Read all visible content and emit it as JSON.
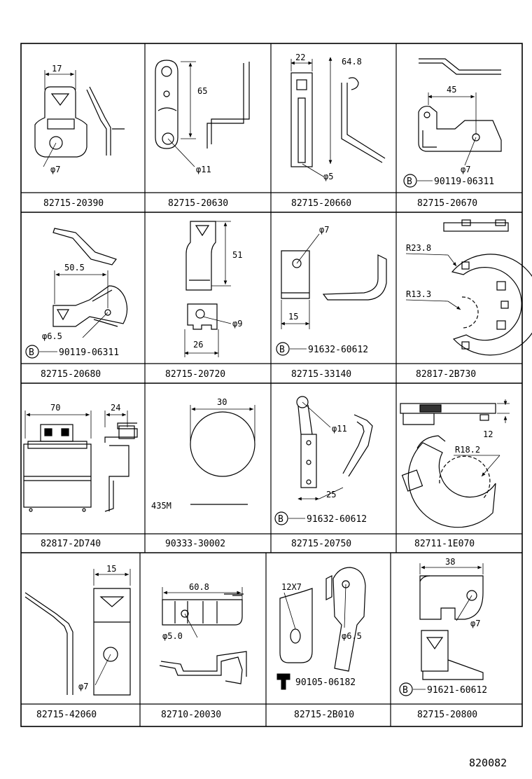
{
  "diagram_code": "820082",
  "cells": [
    {
      "part_no": "82715-20390",
      "dims": [
        "17",
        "φ7"
      ]
    },
    {
      "part_no": "82715-20630",
      "dims": [
        "65",
        "φ11"
      ]
    },
    {
      "part_no": "82715-20660",
      "dims": [
        "22",
        "64.8",
        "φ5"
      ]
    },
    {
      "part_no": "82715-20670",
      "dims": [
        "45",
        "φ7"
      ],
      "ref": {
        "mark": "B",
        "part_no": "90119-06311"
      }
    },
    {
      "part_no": "82715-20680",
      "dims": [
        "50.5",
        "φ6.5"
      ],
      "ref": {
        "mark": "B",
        "part_no": "90119-06311"
      }
    },
    {
      "part_no": "82715-20720",
      "dims": [
        "51",
        "φ9",
        "26"
      ]
    },
    {
      "part_no": "82715-33140",
      "dims": [
        "φ7",
        "15"
      ],
      "ref": {
        "mark": "B",
        "part_no": "91632-60612"
      }
    },
    {
      "part_no": "82817-2B730",
      "dims": [
        "R23.8",
        "R13.3"
      ]
    },
    {
      "part_no": "82817-2D740",
      "dims": [
        "70",
        "24"
      ]
    },
    {
      "part_no": "90333-30002",
      "dims": [
        "30",
        "435M"
      ]
    },
    {
      "part_no": "82715-20750",
      "dims": [
        "φ11",
        "25"
      ],
      "ref": {
        "mark": "B",
        "part_no": "91632-60612"
      }
    },
    {
      "part_no": "82711-1E070",
      "dims": [
        "12",
        "R18.2"
      ]
    },
    {
      "part_no": "82715-42060",
      "dims": [
        "15",
        "φ7"
      ]
    },
    {
      "part_no": "82710-20030",
      "dims": [
        "60.8",
        "φ5.0"
      ]
    },
    {
      "part_no": "82715-2B010",
      "dims": [
        "12X7",
        "φ6.5"
      ],
      "ref": {
        "mark": "bolt",
        "part_no": "90105-06182"
      }
    },
    {
      "part_no": "82715-20800",
      "dims": [
        "38",
        "φ7"
      ],
      "ref": {
        "mark": "B",
        "part_no": "91621-60612"
      }
    }
  ]
}
